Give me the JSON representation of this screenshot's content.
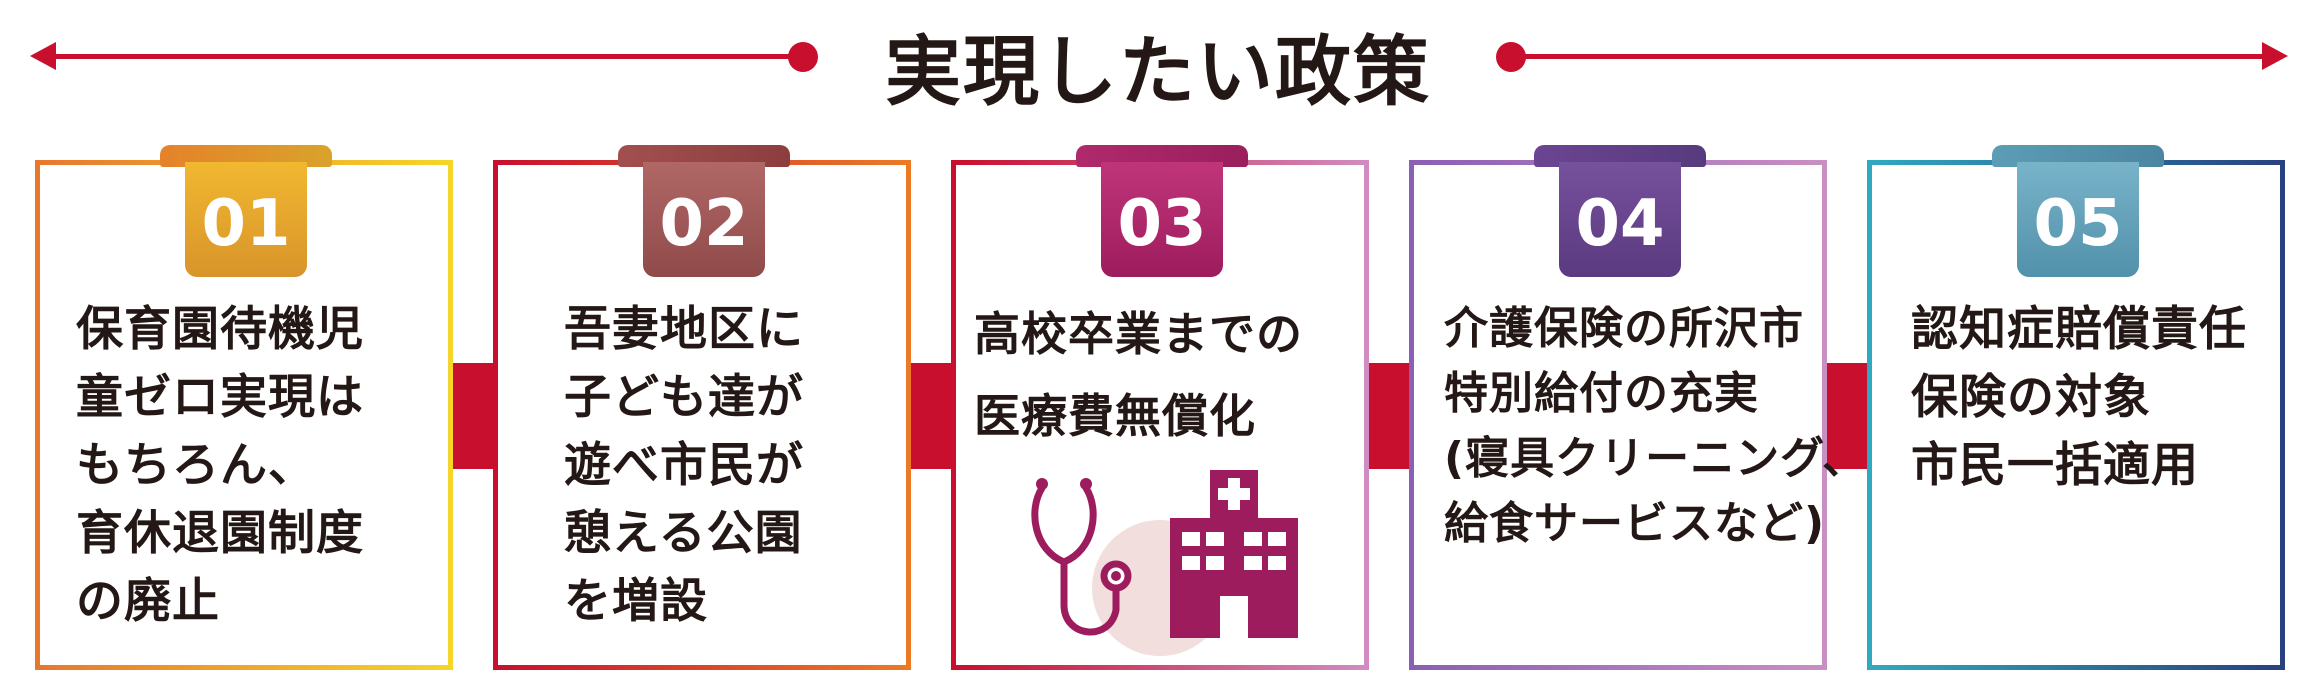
{
  "header": {
    "title": "実現したい政策",
    "accent_color": "#c8102e"
  },
  "policies": [
    {
      "number": "01",
      "lines": [
        "保育園待機児",
        "童ゼロ実現は",
        "もちろん、",
        "育休退園制度",
        "の廃止"
      ]
    },
    {
      "number": "02",
      "lines": [
        "吾妻地区に",
        "子ども達が",
        "遊べ市民が",
        "憩える公園",
        "を増設"
      ]
    },
    {
      "number": "03",
      "lines": [
        "高校卒業までの",
        "医療費無償化"
      ],
      "icons": [
        "stethoscope-icon",
        "hospital-icon"
      ]
    },
    {
      "number": "04",
      "lines": [
        "介護保険の所沢市",
        "特別給付の充実",
        "(寝具クリーニング、",
        "給食サービスなど)"
      ]
    },
    {
      "number": "05",
      "lines": [
        "認知症賠償責任",
        "保険の対象",
        "市民一括適用"
      ]
    }
  ]
}
